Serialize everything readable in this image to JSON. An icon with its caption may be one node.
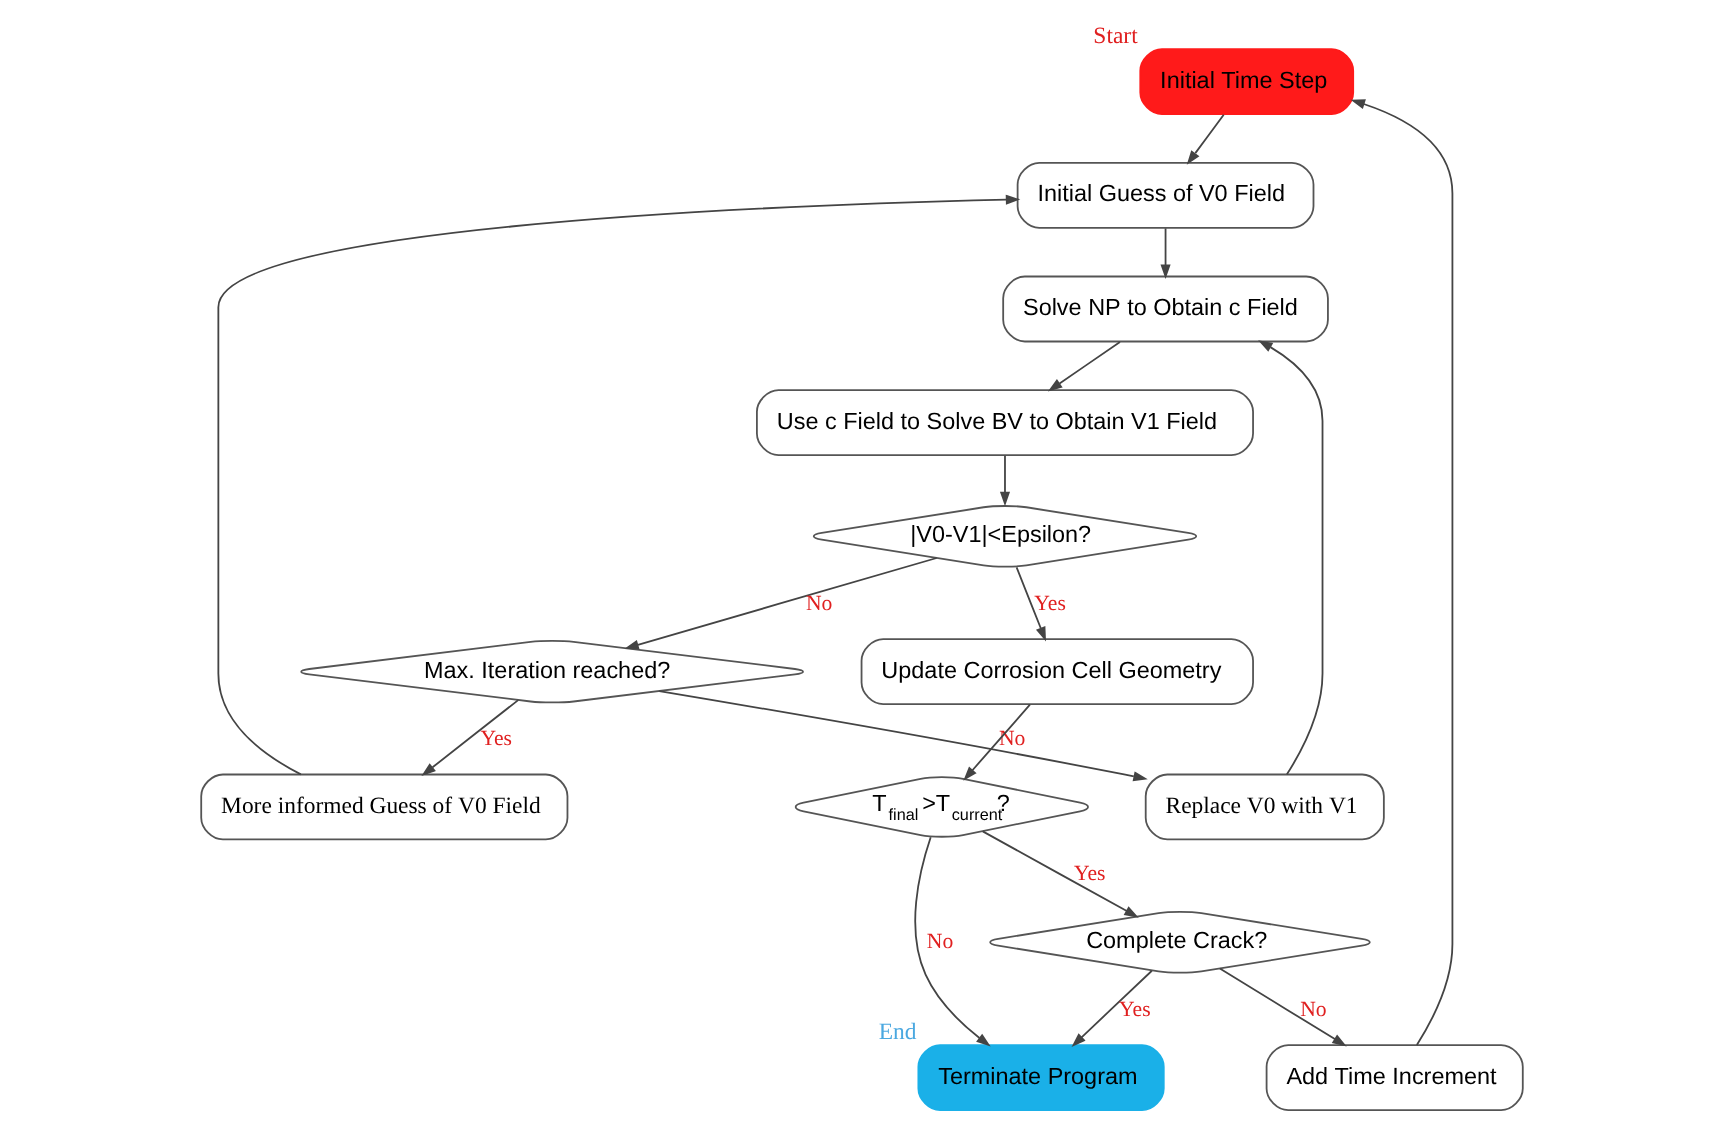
{
  "diagram": {
    "nodes": [
      {
        "text": [
          "Initial Time Step"
        ],
        "beside": [
          "Start"
        ]
      },
      {
        "text": [
          "Terminate Program"
        ],
        "beside": [
          "End"
        ]
      },
      {
        "text": [
          "Initial Guess of V0 Field"
        ]
      },
      {
        "text": [
          "More informed Guess of V0 Field"
        ]
      },
      {
        "text": [
          "Solve NP to Obtain c Field"
        ]
      },
      {
        "text": [
          "Add Time Increment"
        ]
      },
      {
        "text": [
          "Replace V0 with V1"
        ]
      },
      {
        "text": [
          "Complete Crack?"
        ]
      },
      {
        "text": [
          "Use c Field to Solve BV to Obtain V1 Field"
        ]
      },
      {
        "text": [
          "Max. Iteration reached?"
        ]
      },
      {
        "text": [
          "T$_{final}$ >T$_{current}$?"
        ]
      },
      {
        "text": [
          "|V0-V1|<Epsilon?"
        ]
      },
      {
        "text": [
          "Update Corrosion Cell Geometry"
        ]
      }
    ],
    "edges": [
      {
        "from": 0,
        "to": 2,
        "arrow": "to"
      },
      {
        "from": 5,
        "to": 0,
        "arrow": "to"
      },
      {
        "from": 2,
        "to": 4,
        "arrow": "to"
      },
      {
        "from": 4,
        "to": 8,
        "arrow": "to"
      },
      {
        "from": 8,
        "to": 11,
        "arrow": "to"
      },
      {
        "from": 11,
        "to": 12,
        "arrow": "to",
        "label": "Yes"
      },
      {
        "from": 11,
        "to": 9,
        "arrow": "to",
        "label": "No"
      },
      {
        "from": 9,
        "to": 6,
        "arrow": "to",
        "label": "No"
      },
      {
        "from": 6,
        "to": 4,
        "arrow": "to"
      },
      {
        "from": 9,
        "to": 3,
        "arrow": "to",
        "label": "Yes"
      },
      {
        "from": 3,
        "to": 2,
        "arrow": "to"
      },
      {
        "from": 12,
        "to": 10,
        "arrow": "to"
      },
      {
        "from": 10,
        "to": 7,
        "arrow": "to",
        "label": "Yes"
      },
      {
        "from": 10,
        "to": 1,
        "arrow": "to",
        "label": "No"
      },
      {
        "from": 7,
        "to": 1,
        "arrow": "to",
        "label": "Yes"
      },
      {
        "from": 7,
        "to": 5,
        "arrow": "to",
        "label": "No"
      }
    ]
  }
}
